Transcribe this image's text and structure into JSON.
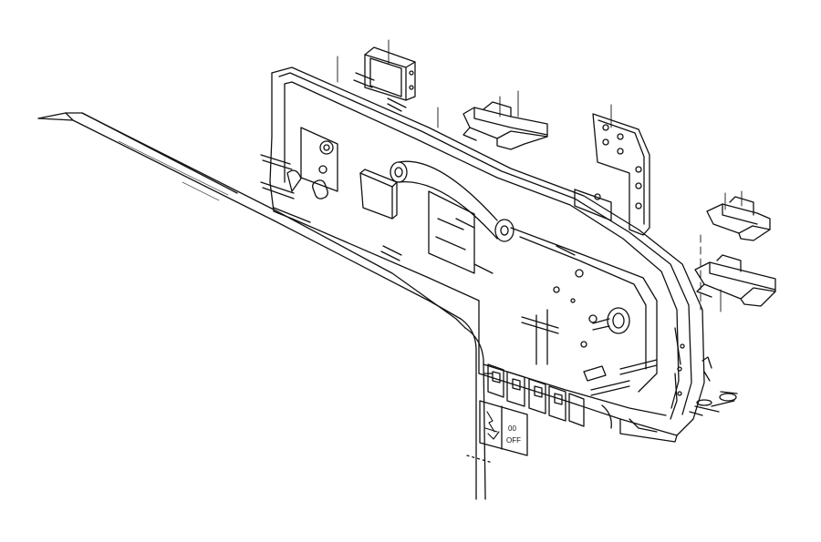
{
  "diagram": {
    "style": "monochrome exploded-view line drawing",
    "line_color": "#111111",
    "background_color": "#ffffff",
    "switch_label": {
      "on": "00",
      "off": "OFF"
    }
  }
}
